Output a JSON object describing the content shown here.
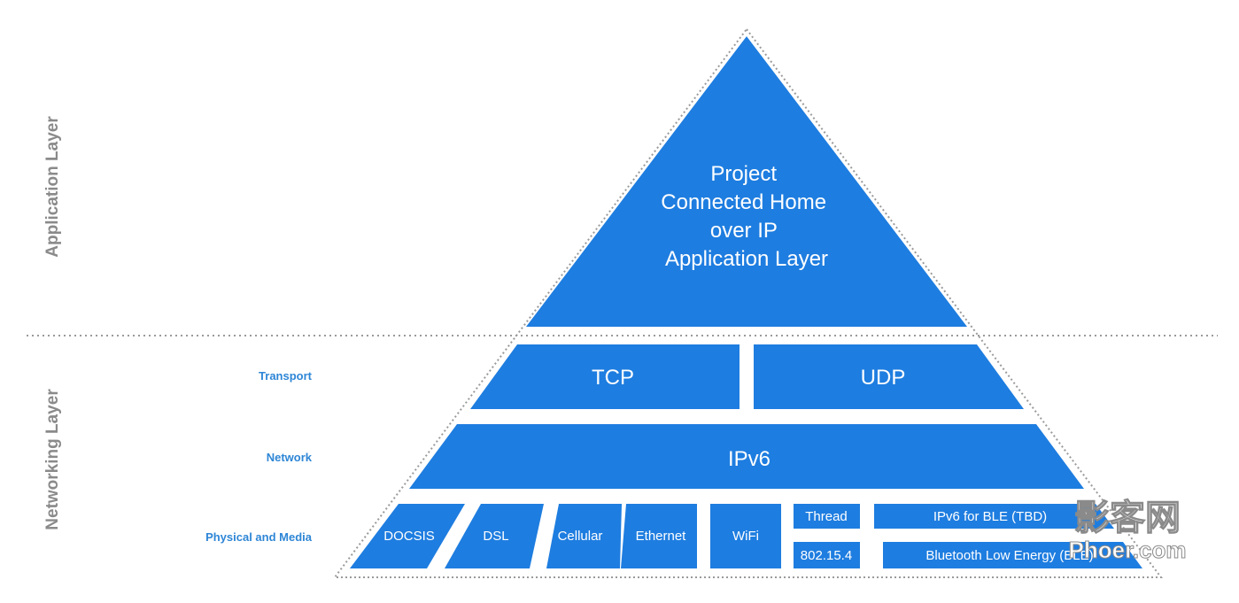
{
  "colors": {
    "block": "#1e7de0",
    "outline": "#9a9a9a",
    "label": "#2e86d6",
    "side_label": "#8a8a8a"
  },
  "side_labels": {
    "application": "Application Layer",
    "networking": "Networking Layer"
  },
  "row_labels": {
    "transport": "Transport",
    "network": "Network",
    "physical": "Physical and Media"
  },
  "apex": {
    "lines": [
      "Project",
      "Connected Home",
      "over IP",
      "Application Layer"
    ]
  },
  "transport": {
    "tcp": "TCP",
    "udp": "UDP"
  },
  "network": {
    "ipv6": "IPv6"
  },
  "physical": {
    "docsis": "DOCSIS",
    "dsl": "DSL",
    "cellular": "Cellular",
    "ethernet": "Ethernet",
    "wifi": "WiFi",
    "thread": "Thread",
    "ieee802154": "802.15.4",
    "ipv6_ble": "IPv6 for BLE (TBD)",
    "ble": "Bluetooth Low Energy (BLE)"
  },
  "watermark": {
    "cn": "影客网",
    "en": "Phoer.com"
  }
}
